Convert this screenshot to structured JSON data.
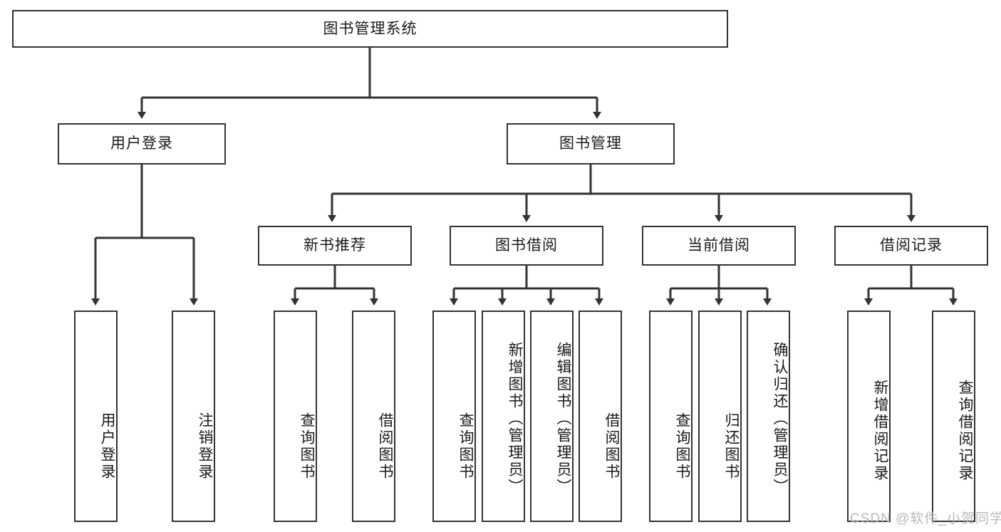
{
  "diagram": {
    "type": "tree-hierarchy",
    "title": "图书管理系统",
    "orientation": "top-down",
    "root": {
      "id": "root",
      "label": "图书管理系统"
    },
    "level2": [
      {
        "id": "user-login",
        "label": "用户登录"
      },
      {
        "id": "book-management",
        "label": "图书管理"
      }
    ],
    "level3": [
      {
        "id": "new-book-recommend",
        "label": "新书推荐",
        "parent": "book-management"
      },
      {
        "id": "book-borrow",
        "label": "图书借阅",
        "parent": "book-management"
      },
      {
        "id": "current-borrow",
        "label": "当前借阅",
        "parent": "book-management"
      },
      {
        "id": "borrow-record",
        "label": "借阅记录",
        "parent": "book-management"
      }
    ],
    "leaves": {
      "user_login": [
        {
          "id": "leaf-user-login",
          "label": "用户登录"
        },
        {
          "id": "leaf-logout-login",
          "label": "注销登录"
        }
      ],
      "new_book_recommend": [
        {
          "id": "leaf-query-book-1",
          "label": "查询图书"
        },
        {
          "id": "leaf-borrow-book-1",
          "label": "借阅图书"
        }
      ],
      "book_borrow": [
        {
          "id": "leaf-query-book-2",
          "label": "查询图书"
        },
        {
          "id": "leaf-add-book",
          "label": "新增图书（管理员）"
        },
        {
          "id": "leaf-edit-book",
          "label": "编辑图书（管理员）"
        },
        {
          "id": "leaf-borrow-book-2",
          "label": "借阅图书"
        }
      ],
      "current_borrow": [
        {
          "id": "leaf-query-book-3",
          "label": "查询图书"
        },
        {
          "id": "leaf-return-book",
          "label": "归还图书"
        },
        {
          "id": "leaf-confirm-return",
          "label": "确认归还（管理员）"
        }
      ],
      "borrow_record": [
        {
          "id": "leaf-add-record",
          "label": "新增借阅记录"
        },
        {
          "id": "leaf-query-record",
          "label": "查询借阅记录"
        }
      ]
    }
  },
  "watermark": {
    "text": "CSDN @软件_小贺同学"
  },
  "colors": {
    "stroke": "#333333",
    "fill": "#ffffff",
    "text": "#1a1a1a",
    "watermark": "#b9b9b9"
  }
}
